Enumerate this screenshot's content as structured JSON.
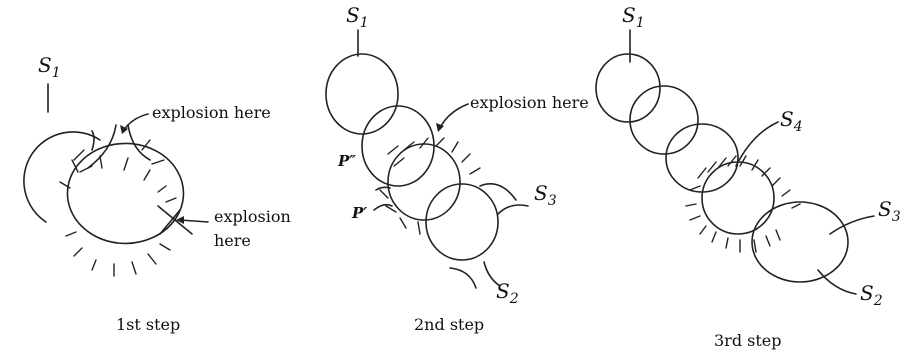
{
  "panels": [
    {
      "step_label": "1st step",
      "labels": {
        "s1": "S",
        "s1_sub": "1",
        "explosion_top": "explosion here",
        "explosion_right_line1": "explosion",
        "explosion_right_line2": "here"
      }
    },
    {
      "step_label": "2nd step",
      "labels": {
        "s1": "S",
        "s1_sub": "1",
        "explosion": "explosion here",
        "p_double": "P″",
        "p_single": "P′",
        "s3": "S",
        "s3_sub": "3",
        "s2": "S",
        "s2_sub": "2"
      }
    },
    {
      "step_label": "3rd step",
      "labels": {
        "s1": "S",
        "s1_sub": "1",
        "s4": "S",
        "s4_sub": "4",
        "s3": "S",
        "s3_sub": "3",
        "s2": "S",
        "s2_sub": "2"
      }
    }
  ]
}
